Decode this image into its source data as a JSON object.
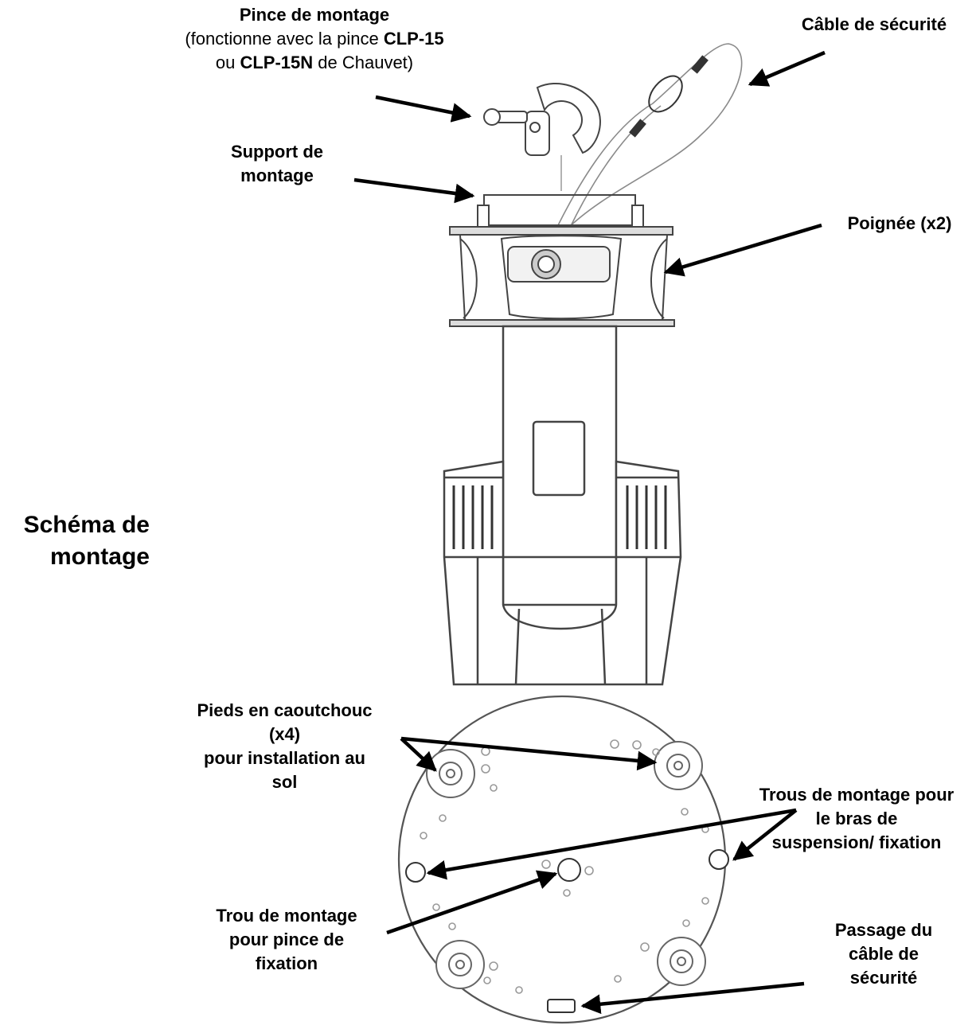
{
  "title": {
    "line1": "Schéma de",
    "line2": "montage"
  },
  "labels": {
    "clamp": {
      "line1": "Pince de montage",
      "line2_prefix": "(fonctionne avec la pince ",
      "line2_bold": "CLP-15",
      "line3_prefix": "ou ",
      "line3_bold": "CLP-15N",
      "line3_suffix": " de Chauvet)"
    },
    "safety_cable": "Câble de sécurité",
    "bracket": {
      "line1": "Support de",
      "line2": "montage"
    },
    "handle": "Poignée (x2)",
    "feet": {
      "line1": "Pieds en caoutchouc",
      "line2": "(x4)",
      "line3": "pour installation au",
      "line4": "sol"
    },
    "mount_holes": {
      "line1": "Trous de montage pour",
      "line2": "le bras de",
      "line3": "suspension/ fixation"
    },
    "clamp_hole": {
      "line1": "Trou de montage",
      "line2": "pour pince de",
      "line3": "fixation"
    },
    "cable_passage": {
      "line1": "Passage du",
      "line2": "câble de",
      "line3": "sécurité"
    }
  },
  "colors": {
    "line": "#222222",
    "ink": "#000000",
    "light": "#9a9a9a"
  },
  "icons": [
    "mounting-clamp-icon",
    "moving-head-fixture-icon",
    "base-plate-icon"
  ]
}
